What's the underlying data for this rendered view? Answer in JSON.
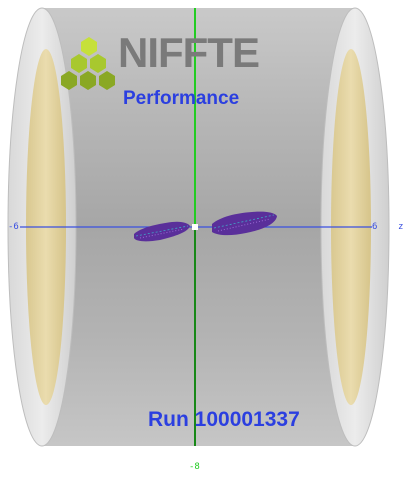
{
  "logo": {
    "wordmark": "NIFFTE",
    "subtitle": "Performance"
  },
  "run_label": "Run 100001337",
  "axes": {
    "x_min_label": "-6",
    "x_max_label": "6",
    "z_label": "z",
    "y_min_label": "-8"
  },
  "colors": {
    "background": "#ffffff",
    "cylinder_body": "#b4b4b4",
    "end_caps": "#e6d7a6",
    "x_axis": "#3a4fe0",
    "y_axis": "#22cc22",
    "tracks": "#5a2f9a",
    "logo_green": "#9cbf2a",
    "text_blue": "#2b3fe0"
  }
}
